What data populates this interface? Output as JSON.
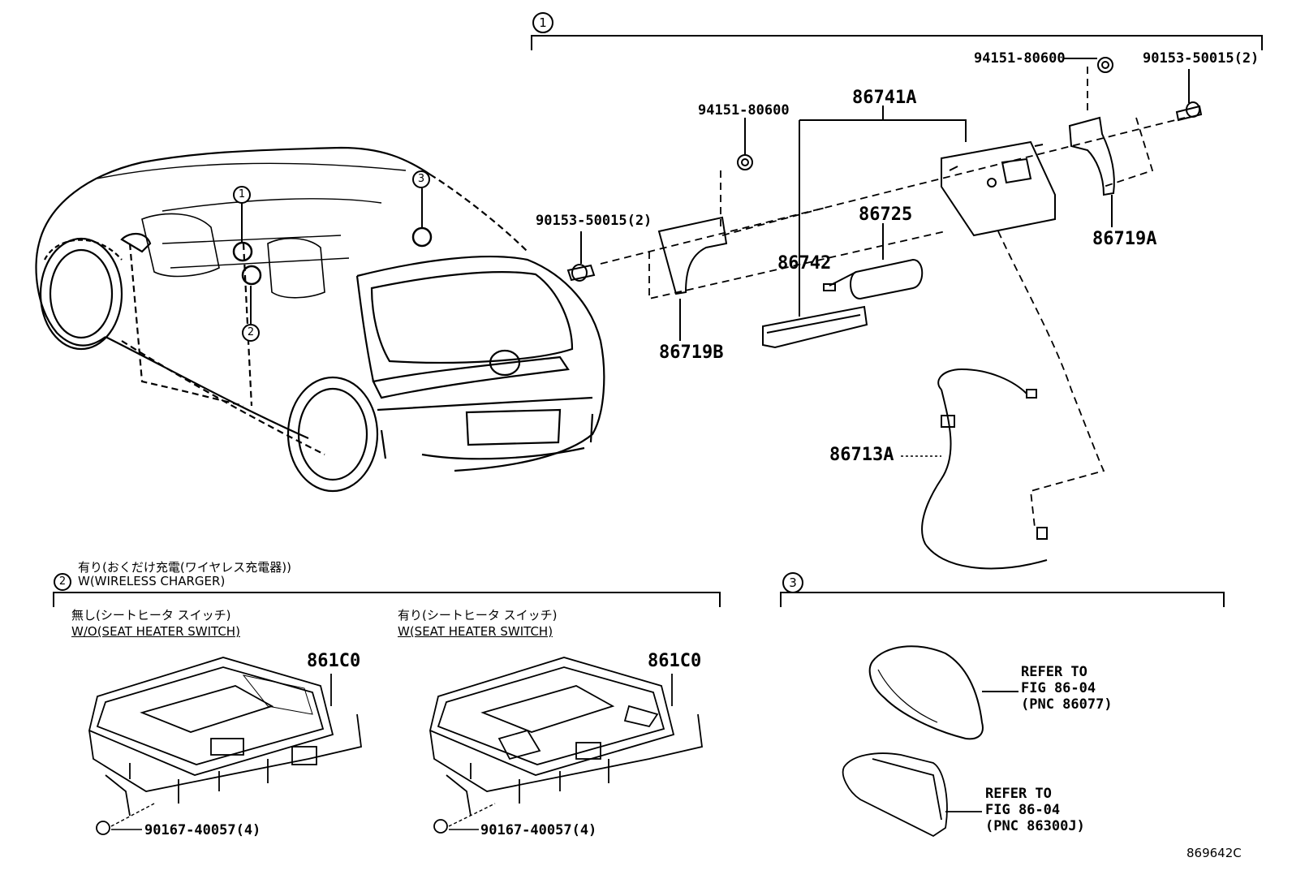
{
  "callouts": {
    "group1": "1",
    "group2": "2",
    "group3": "3",
    "car_1": "1",
    "car_2": "2",
    "car_3": "3"
  },
  "parts": {
    "p94151_top": "94151-80600",
    "p90153_top": "90153-50015(2)",
    "p94151_mid": "94151-80600",
    "p86741A": "86741A",
    "p86725": "86725",
    "p86742": "86742",
    "p90153_left": "90153-50015(2)",
    "p86719B": "86719B",
    "p86719A": "86719A",
    "p86713A": "86713A",
    "p861C0_left": "861C0",
    "p861C0_right": "861C0",
    "p90167_left": "90167-40057(4)",
    "p90167_right": "90167-40057(4)"
  },
  "section2": {
    "title_jp": "有り(おくだけ充電(ワイヤレス充電器))",
    "title_en": "W(WIRELESS CHARGER)",
    "left_jp": "無し(シートヒータ スイッチ)",
    "left_en": "W/O(SEAT HEATER SWITCH)",
    "right_jp": "有り(シートヒータ スイッチ)",
    "right_en": "W(SEAT HEATER SWITCH)"
  },
  "section3": {
    "refer1": [
      "REFER TO",
      "FIG 86-04",
      "(PNC 86077)"
    ],
    "refer2": [
      "REFER TO",
      "FIG 86-04",
      "(PNC 86300J)"
    ]
  },
  "figure_id": "869642C"
}
